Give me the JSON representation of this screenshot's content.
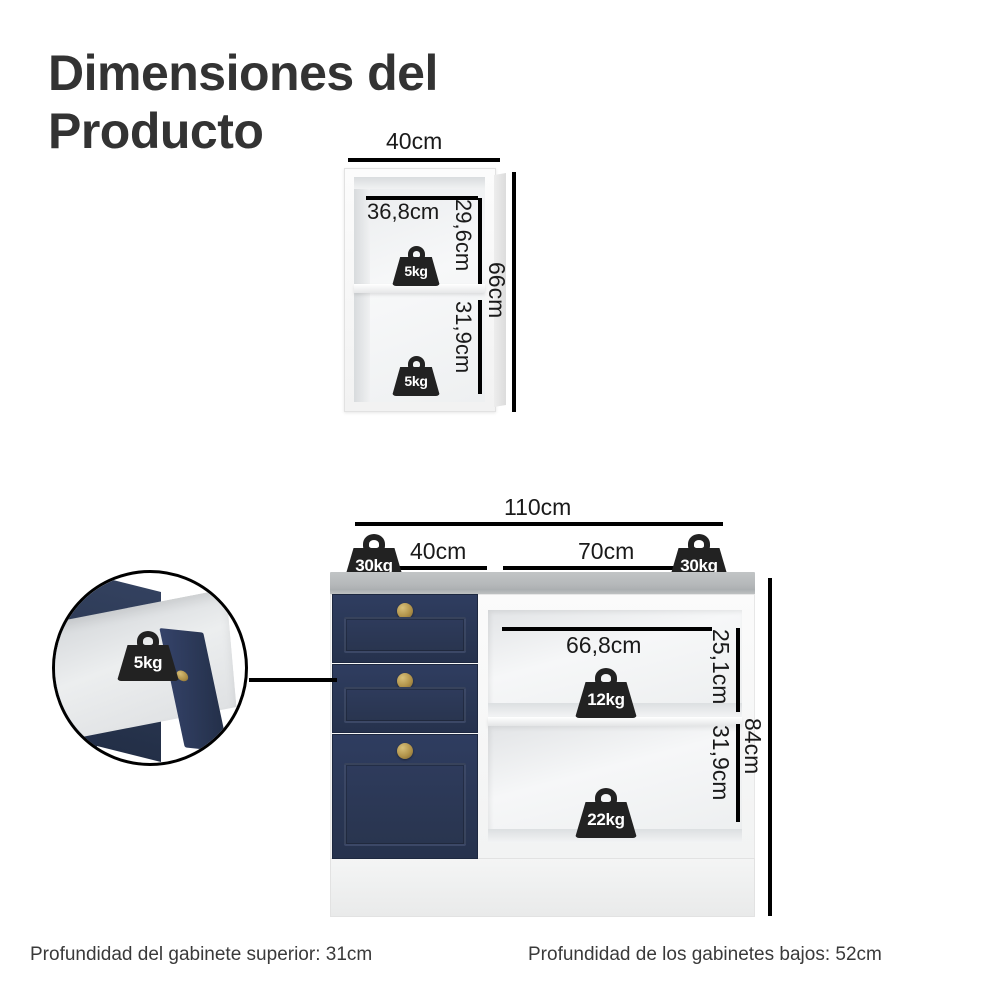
{
  "title": "Dimensiones del Producto",
  "upper_cabinet": {
    "width_label": "40cm",
    "height_label": "66cm",
    "interior_width_label": "36,8cm",
    "top_shelf_height_label": "29,6cm",
    "bottom_shelf_height_label": "31,9cm",
    "top_shelf_capacity": "5kg",
    "bottom_shelf_capacity": "5kg"
  },
  "lower_cabinet": {
    "total_width_label": "110cm",
    "drawer_section_width_label": "40cm",
    "shelf_section_width_label": "70cm",
    "height_label": "84cm",
    "shelf_interior_width_label": "66,8cm",
    "top_shelf_height_label": "25,1cm",
    "bottom_shelf_height_label": "31,9cm",
    "countertop_left_capacity": "30kg",
    "countertop_right_capacity": "30kg",
    "top_shelf_capacity": "12kg",
    "bottom_shelf_capacity": "22kg"
  },
  "drawer_callout": {
    "capacity": "5kg"
  },
  "footer": {
    "upper_depth": "Profundidad del gabinete superior: 31cm",
    "lower_depth": "Profundidad de los gabinetes bajos: 52cm"
  },
  "colors": {
    "navy": "#2a3755",
    "countertop_gray": "#b4b7b9",
    "cabinet_white": "#f5f6f6",
    "knob_gold": "#b1934a",
    "ink": "#000000",
    "title_gray": "#333333"
  }
}
